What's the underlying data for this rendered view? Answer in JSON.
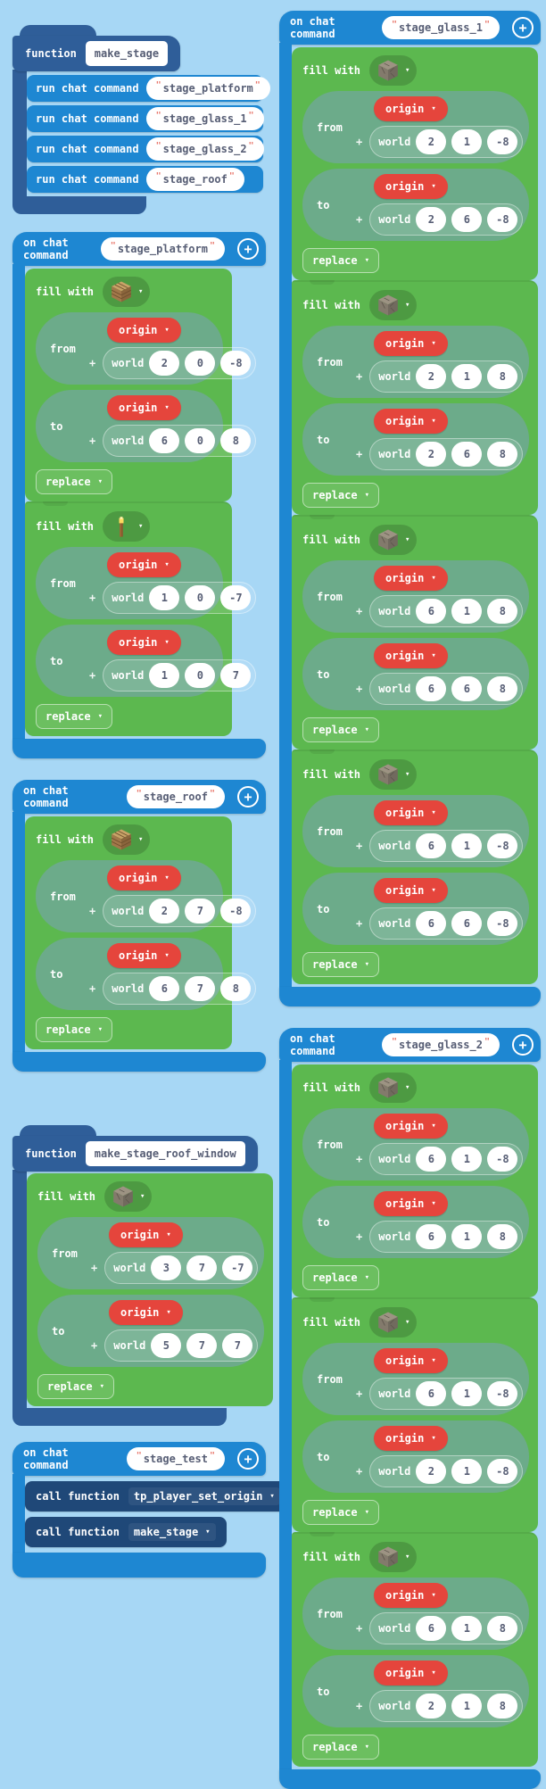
{
  "colors": {
    "background": "#a7d7f5",
    "event_blue": "#1e87d2",
    "function_blue": "#2f5e99",
    "call_navy": "#1f4878",
    "block_green": "#5cb84f",
    "position_teal": "#6cab8a",
    "origin_red": "#e5453c",
    "value_text": "#575e75",
    "quote_red": "#e8756a"
  },
  "labels": {
    "function": "function",
    "on_chat_command": "on chat command",
    "run_chat_command": "run chat command",
    "call_function": "call function",
    "fill_with": "fill with",
    "from": "from",
    "to": "to",
    "plus": "+",
    "world": "world",
    "origin": "origin",
    "replace": "replace",
    "quote": "\"",
    "caret": "▾",
    "add": "+"
  },
  "stacks": {
    "left": [
      {
        "type": "function",
        "name": "make_stage",
        "commands": [
          "stage_platform",
          "stage_glass_1",
          "stage_glass_2",
          "stage_roof"
        ]
      },
      {
        "type": "on_chat",
        "command": "stage_platform",
        "fills": [
          {
            "block": "planks",
            "icon": "wood-planks-block-icon",
            "from": [
              "2",
              "0",
              "-8"
            ],
            "to": [
              "6",
              "0",
              "8"
            ]
          },
          {
            "block": "torch",
            "icon": "torch-icon",
            "from": [
              "1",
              "0",
              "-7"
            ],
            "to": [
              "1",
              "0",
              "7"
            ]
          }
        ]
      },
      {
        "type": "on_chat",
        "command": "stage_roof",
        "fills": [
          {
            "block": "planks",
            "icon": "wood-planks-block-icon",
            "from": [
              "2",
              "7",
              "-8"
            ],
            "to": [
              "6",
              "7",
              "8"
            ]
          }
        ]
      },
      {
        "type": "function",
        "name": "make_stage_roof_window",
        "fills": [
          {
            "block": "glass",
            "icon": "glass-block-icon",
            "from": [
              "3",
              "7",
              "-7"
            ],
            "to": [
              "5",
              "7",
              "7"
            ]
          }
        ]
      },
      {
        "type": "on_chat",
        "command": "stage_test",
        "calls": [
          "tp_player_set_origin",
          "make_stage"
        ]
      }
    ],
    "right": [
      {
        "type": "on_chat",
        "command": "stage_glass_1",
        "fills": [
          {
            "block": "glass",
            "icon": "glass-block-icon",
            "from": [
              "2",
              "1",
              "-8"
            ],
            "to": [
              "2",
              "6",
              "-8"
            ]
          },
          {
            "block": "glass",
            "icon": "glass-block-icon",
            "from": [
              "2",
              "1",
              "8"
            ],
            "to": [
              "2",
              "6",
              "8"
            ]
          },
          {
            "block": "glass",
            "icon": "glass-block-icon",
            "from": [
              "6",
              "1",
              "8"
            ],
            "to": [
              "6",
              "6",
              "8"
            ]
          },
          {
            "block": "glass",
            "icon": "glass-block-icon",
            "from": [
              "6",
              "1",
              "-8"
            ],
            "to": [
              "6",
              "6",
              "-8"
            ]
          }
        ]
      },
      {
        "type": "on_chat",
        "command": "stage_glass_2",
        "fills": [
          {
            "block": "glass",
            "icon": "glass-block-icon",
            "from": [
              "6",
              "1",
              "-8"
            ],
            "to": [
              "6",
              "1",
              "8"
            ]
          },
          {
            "block": "glass",
            "icon": "glass-block-icon",
            "from": [
              "6",
              "1",
              "-8"
            ],
            "to": [
              "2",
              "1",
              "-8"
            ]
          },
          {
            "block": "glass",
            "icon": "glass-block-icon",
            "from": [
              "6",
              "1",
              "8"
            ],
            "to": [
              "2",
              "1",
              "8"
            ]
          }
        ]
      }
    ]
  }
}
